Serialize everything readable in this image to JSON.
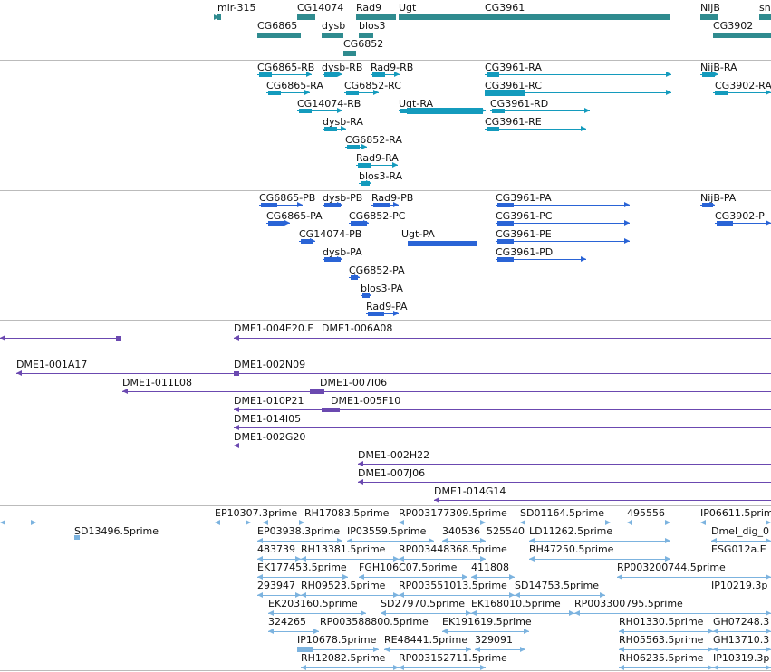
{
  "colors": {
    "gene": "#2f8b8f",
    "transcript": "#149bbd",
    "protein": "#2a64d6",
    "clone": "#6b49b0",
    "est": "#7cb3df",
    "separator": "#bbbbbb"
  },
  "tracks": {
    "genes": [
      "mir-315",
      "CG14074",
      "Rad9",
      "Ugt",
      "CG3961",
      "NijB",
      "sn",
      "CG6865",
      "dysb",
      "blos3",
      "CG6852",
      "CG3902"
    ],
    "transcripts": [
      "CG6865-RB",
      "dysb-RB",
      "Rad9-RB",
      "CG3961-RA",
      "NijB-RA",
      "CG6865-RA",
      "CG6852-RC",
      "CG3961-RC",
      "CG3902-RA",
      "CG14074-RB",
      "Ugt-RA",
      "CG3961-RD",
      "dysb-RA",
      "CG3961-RE",
      "CG6852-RA",
      "Rad9-RA",
      "blos3-RA"
    ],
    "proteins": [
      "CG6865-PB",
      "dysb-PB",
      "Rad9-PB",
      "CG3961-PA",
      "NijB-PA",
      "CG6865-PA",
      "CG6852-PC",
      "CG3961-PC",
      "CG3902-P",
      "CG14074-PB",
      "Ugt-PA",
      "CG3961-PE",
      "CG3961-PD",
      "dysb-PA",
      "CG6852-PA",
      "blos3-PA",
      "Rad9-PA"
    ],
    "clones": [
      "DME1-004E20.F",
      "DME1-006A08",
      "DME1-001A17",
      "DME1-002N09",
      "DME1-011L08",
      "DME1-007I06",
      "DME1-010P21",
      "DME1-005F10",
      "DME1-014I05",
      "DME1-002G20",
      "DME1-002H22",
      "DME1-007J06",
      "DME1-014G14"
    ],
    "ests": [
      "EP10307.3prime",
      "RH17083.5prime",
      "RP003177309.5prime",
      "SD01164.5prime",
      "495556",
      "IP06611.5prime",
      "SD13496.5prime",
      "EP03938.3prime",
      "IP03559.5prime",
      "340536",
      "525540",
      "LD11262.5prime",
      "Dmel_dig_0",
      "483739",
      "RH13381.5prime",
      "RP003448368.5prime",
      "RH47250.5prime",
      "ESG012a.E",
      "EK177453.5prime",
      "FGH106C07.5prime",
      "411808",
      "RP003200744.5prime",
      "293947",
      "RH09523.5prime",
      "RP003551013.5prime",
      "SD14753.5prime",
      "IP10219.3p",
      "EK203160.5prime",
      "SD27970.5prime",
      "EK168010.5prime",
      "RP003300795.5prime",
      "324265",
      "RP003588800.5prime",
      "EK191619.5prime",
      "RH01330.5prime",
      "GH07248.3",
      "IP10678.5prime",
      "RE48441.5prime",
      "329091",
      "RH05563.5prime",
      "GH13710.3",
      "RH12082.5prime",
      "RP003152711.5prime",
      "RH06235.5prime",
      "IP10319.3p"
    ]
  }
}
